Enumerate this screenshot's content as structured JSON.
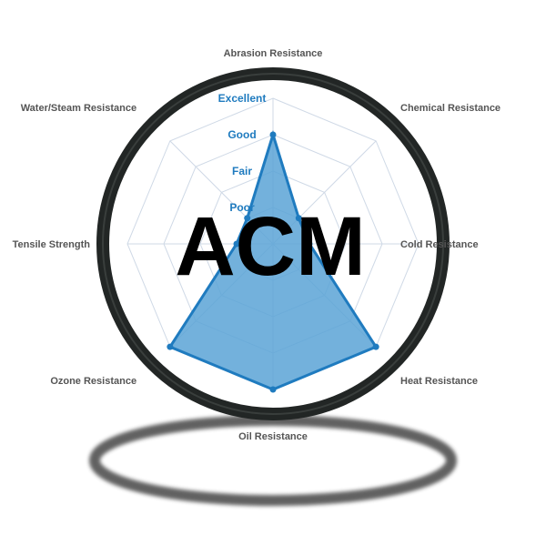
{
  "title": "ACM",
  "colors": {
    "series_fill": "#5ba3d6",
    "series_stroke": "#1f7bbf",
    "grid": "#cfd9e6",
    "level_text": "#1f7bbf",
    "axis_text": "#555555",
    "oring": "#222625"
  },
  "chart_data": {
    "type": "radar",
    "title": "ACM",
    "levels": [
      "Poor",
      "Fair",
      "Good",
      "Excellent"
    ],
    "range": [
      0,
      4
    ],
    "categories": [
      "Abrasion Resistance",
      "Chemical Resistance",
      "Cold Resistance",
      "Heat Resistance",
      "Oil Resistance",
      "Ozone Resistance",
      "Tensile Strength",
      "Water/Steam Resistance"
    ],
    "series": [
      {
        "values": [
          3,
          1,
          1,
          4,
          4,
          4,
          1,
          1
        ]
      }
    ],
    "grid": true
  }
}
